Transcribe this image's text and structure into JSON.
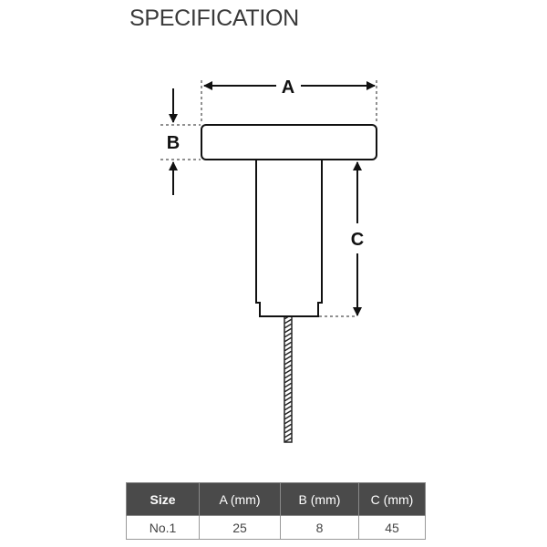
{
  "title": "SPECIFICATION",
  "diagram": {
    "labels": {
      "a": "A",
      "b": "B",
      "c": "C"
    }
  },
  "table": {
    "headers": [
      "Size",
      "A (mm)",
      "B (mm)",
      "C (mm)"
    ],
    "rows": [
      [
        "No.1",
        "25",
        "8",
        "45"
      ]
    ]
  }
}
